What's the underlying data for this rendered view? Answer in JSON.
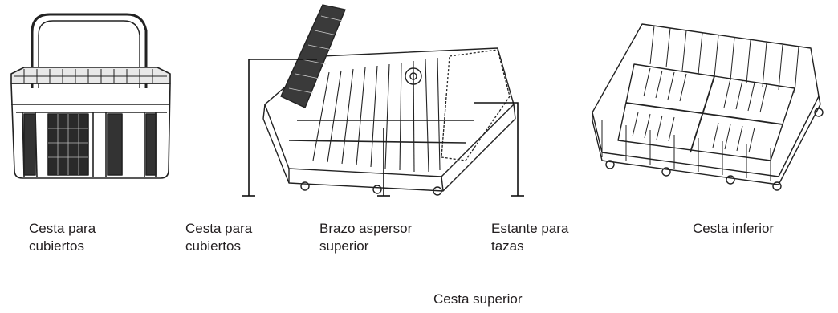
{
  "labels": {
    "cutlery_basket_standalone": [
      "Cesta para",
      "cubiertos"
    ],
    "cutlery_basket_upper": [
      "Cesta para",
      "cubiertos"
    ],
    "upper_spray_arm": [
      "Brazo aspersor",
      "superior"
    ],
    "cup_shelf": [
      "Estante para",
      "tazas"
    ],
    "lower_basket": "Cesta inferior",
    "upper_basket": "Cesta superior"
  }
}
